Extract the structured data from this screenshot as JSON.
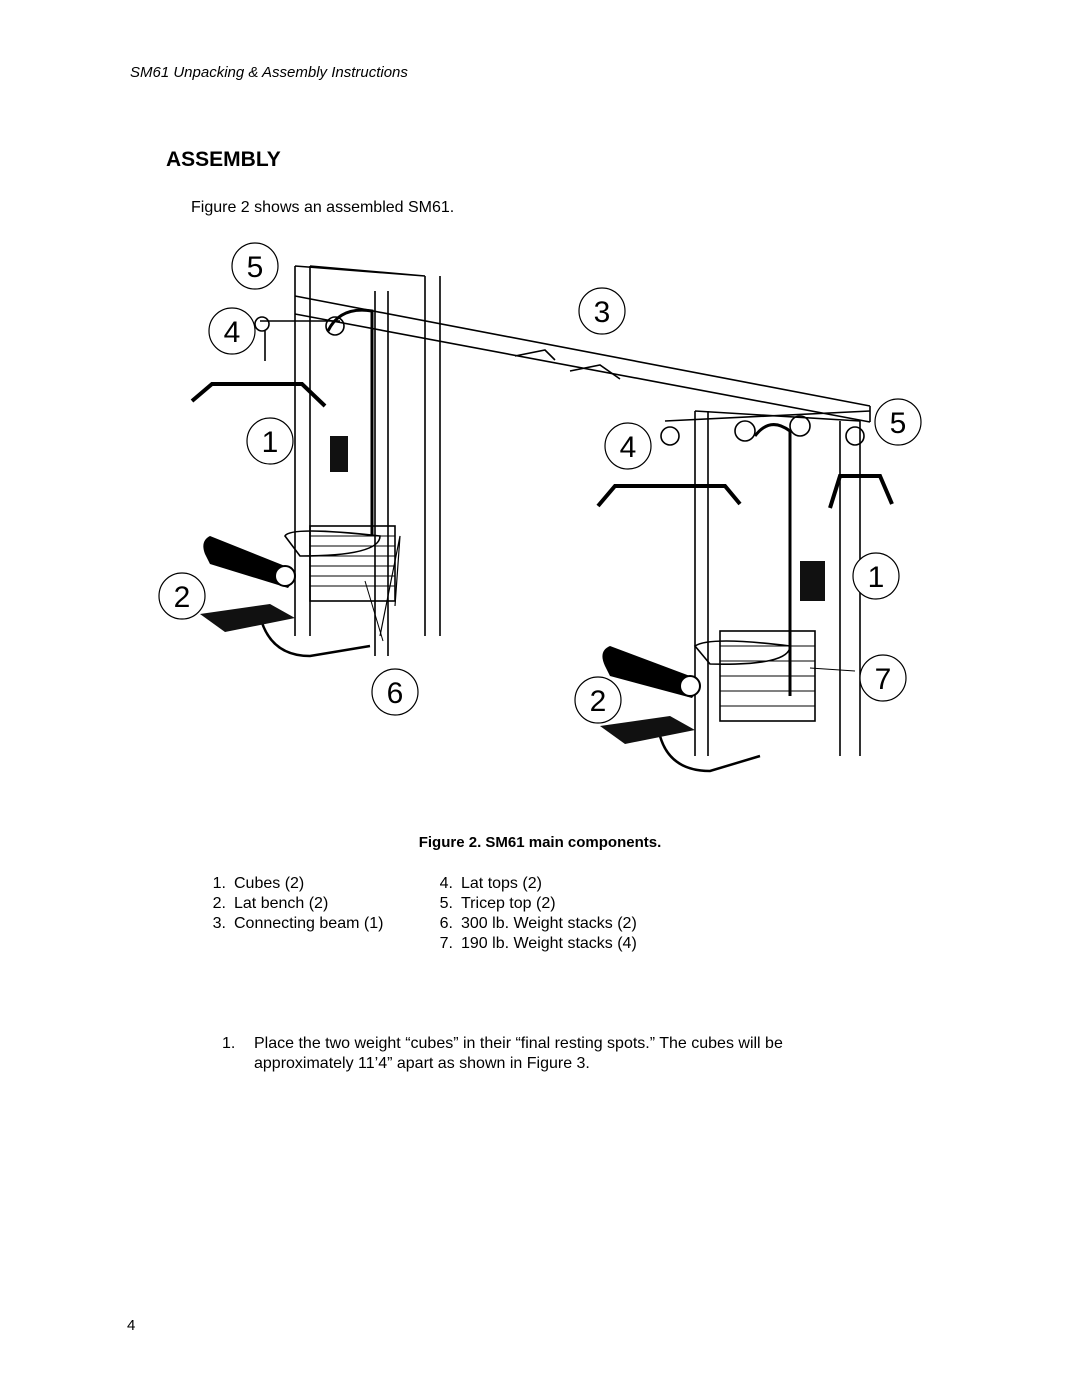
{
  "header": {
    "running_title": "SM61 Unpacking & Assembly Instructions"
  },
  "section": {
    "heading": "ASSEMBLY",
    "intro": "Figure 2 shows an assembled SM61."
  },
  "figure": {
    "callouts": [
      "5",
      "4",
      "3",
      "1",
      "4",
      "5",
      "1",
      "2",
      "6",
      "2",
      "7"
    ],
    "caption": "Figure 2. SM61 main components."
  },
  "parts": {
    "left": [
      {
        "num": "1.",
        "label": "Cubes (2)"
      },
      {
        "num": "2.",
        "label": "Lat bench (2)"
      },
      {
        "num": "3.",
        "label": "Connecting beam (1)"
      }
    ],
    "right": [
      {
        "num": "4.",
        "label": "Lat tops (2)"
      },
      {
        "num": "5.",
        "label": "Tricep top (2)"
      },
      {
        "num": "6.",
        "label": "300 lb. Weight stacks (2)"
      },
      {
        "num": "7.",
        "label": "190 lb. Weight stacks (4)"
      }
    ]
  },
  "steps": [
    {
      "num": "1.",
      "text": "Place the two weight “cubes” in their “final resting spots.” The cubes will be approximately 11’4” apart as shown in Figure 3."
    }
  ],
  "footer": {
    "page_number": "4"
  }
}
